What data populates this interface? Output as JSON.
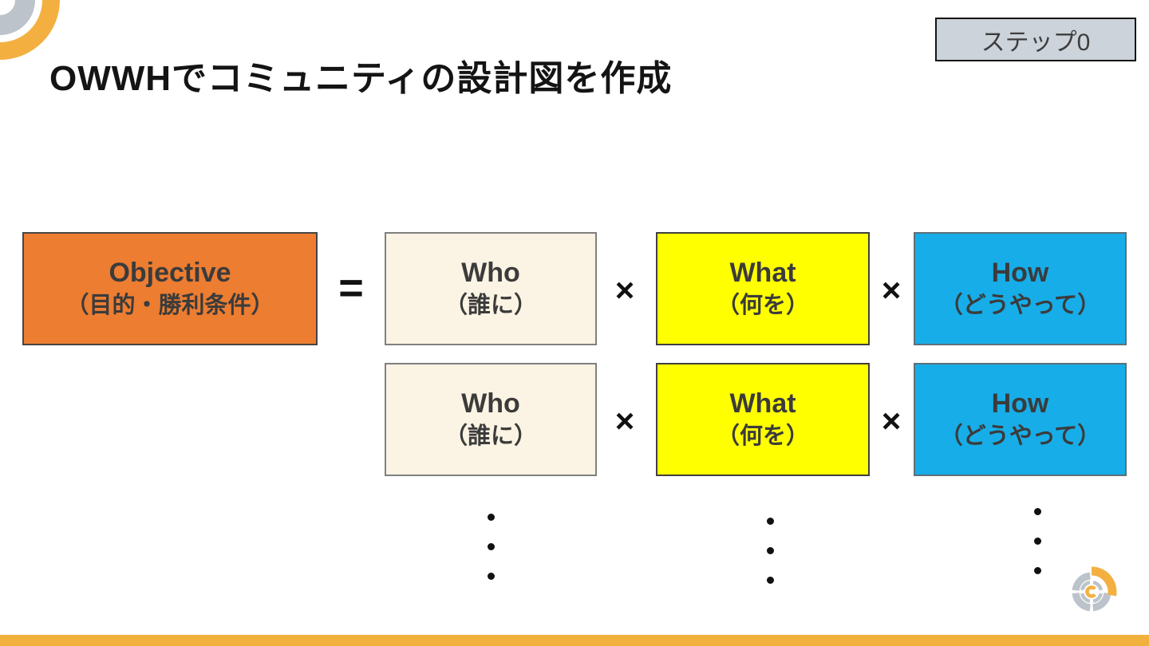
{
  "header": {
    "title": "OWWHでコミュニティの設計図を作成",
    "step_badge": "ステップ0"
  },
  "diagram": {
    "objective": {
      "en": "Objective",
      "ja": "（目的・勝利条件）"
    },
    "operators": {
      "equals": "=",
      "times": "×"
    },
    "columns": [
      {
        "en": "Who",
        "ja": "（誰に）"
      },
      {
        "en": "What",
        "ja": "（何を）"
      },
      {
        "en": "How",
        "ja": "（どうやって）"
      }
    ],
    "row_count": 2,
    "ellipsis_dots_per_column": 3
  },
  "icons": {
    "corner_decoration": "concentric quarter-ring arcs (gray inner, orange outer)",
    "brand_logo": "circular target rings with orange c"
  },
  "colors": {
    "objective_fill": "#ED7D31",
    "who_fill": "#FBF3E3",
    "what_fill": "#FFFF00",
    "how_fill": "#17ADE8",
    "badge_fill": "#CDD3DA",
    "footer_bar": "#F2B13D",
    "accent_orange": "#F3B040",
    "accent_gray": "#BCC3CA"
  }
}
